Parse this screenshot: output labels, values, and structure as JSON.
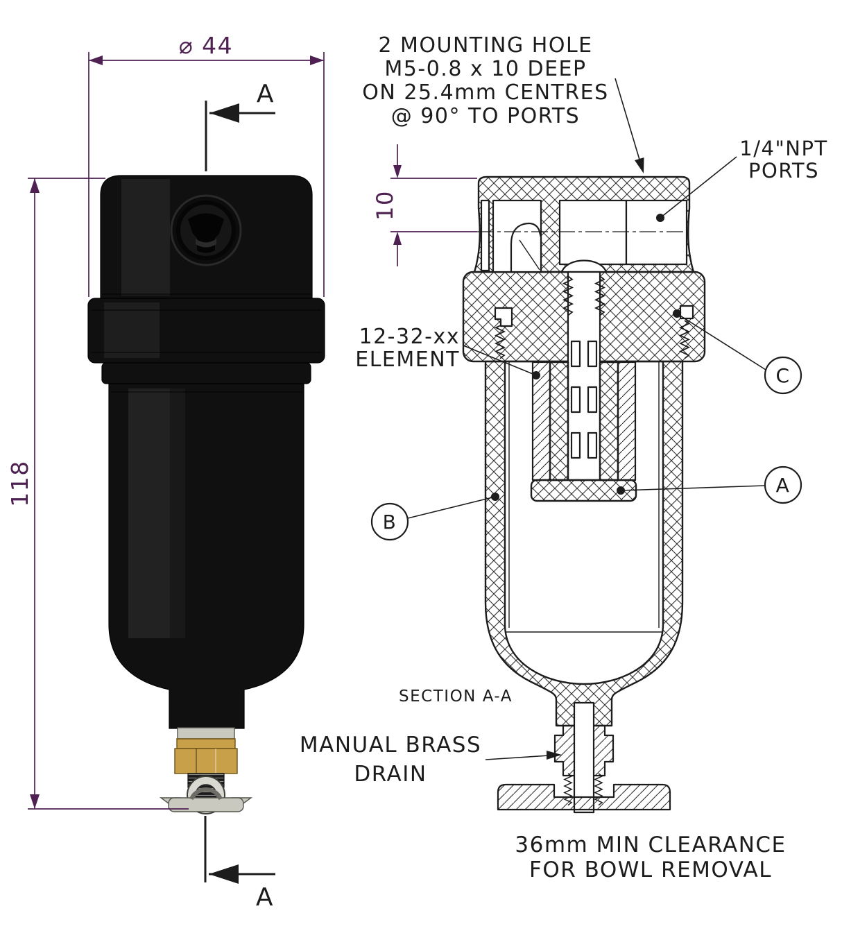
{
  "colors": {
    "line": "#1c1c1c",
    "dim": "#4e2152",
    "brass": "#c8a04a",
    "steel": "#c9c9c0",
    "body": "#101010"
  },
  "dimensions": {
    "diameter_label": "⌀ 44",
    "height_label": "118",
    "depth_label": "10"
  },
  "section_markers": {
    "top": "A",
    "bottom": "A"
  },
  "balloons": {
    "a": "A",
    "b": "B",
    "c": "C"
  },
  "notes": {
    "mounting": [
      "2 MOUNTING HOLE",
      "M5-0.8 x 10 DEEP",
      "ON 25.4mm CENTRES",
      "@ 90° TO PORTS"
    ],
    "ports": [
      "1/4\"NPT",
      "PORTS"
    ],
    "element": [
      "12-32-xx",
      "ELEMENT"
    ],
    "section": "SECTION A-A",
    "drain": [
      "MANUAL BRASS",
      "DRAIN"
    ],
    "clearance": [
      "36mm MIN CLEARANCE",
      "FOR BOWL REMOVAL"
    ]
  }
}
